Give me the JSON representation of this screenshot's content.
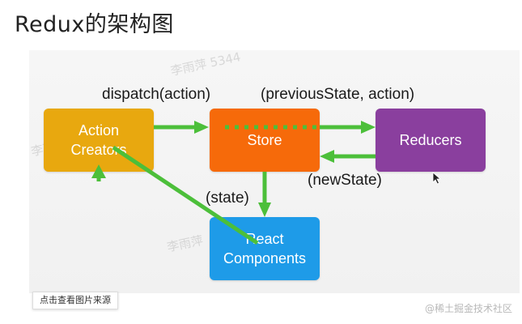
{
  "page": {
    "title": "Redux的架构图",
    "source_button": "点击查看图片来源",
    "credit": "@稀土掘金技术社区",
    "watermark": "李雨萍 5344"
  },
  "diagram": {
    "nodes": [
      {
        "id": "action-creators",
        "lines": [
          "Action",
          "Creators"
        ],
        "color": "#e8a80f"
      },
      {
        "id": "store",
        "lines": [
          "Store"
        ],
        "color": "#f66a0a"
      },
      {
        "id": "reducers",
        "lines": [
          "Reducers"
        ],
        "color": "#8a3f9e"
      },
      {
        "id": "react-components",
        "lines": [
          "React",
          "Components"
        ],
        "color": "#1e9be8"
      }
    ],
    "edges": [
      {
        "from": "action-creators",
        "to": "store",
        "label": "dispatch(action)"
      },
      {
        "from": "store",
        "to": "reducers",
        "label": "(previousState, action)"
      },
      {
        "from": "reducers",
        "to": "store",
        "label": "(newState)"
      },
      {
        "from": "store",
        "to": "react-components",
        "label": "(state)"
      },
      {
        "from": "react-components",
        "to": "action-creators",
        "label": ""
      }
    ],
    "arrow_color": "#4cbf3a"
  }
}
